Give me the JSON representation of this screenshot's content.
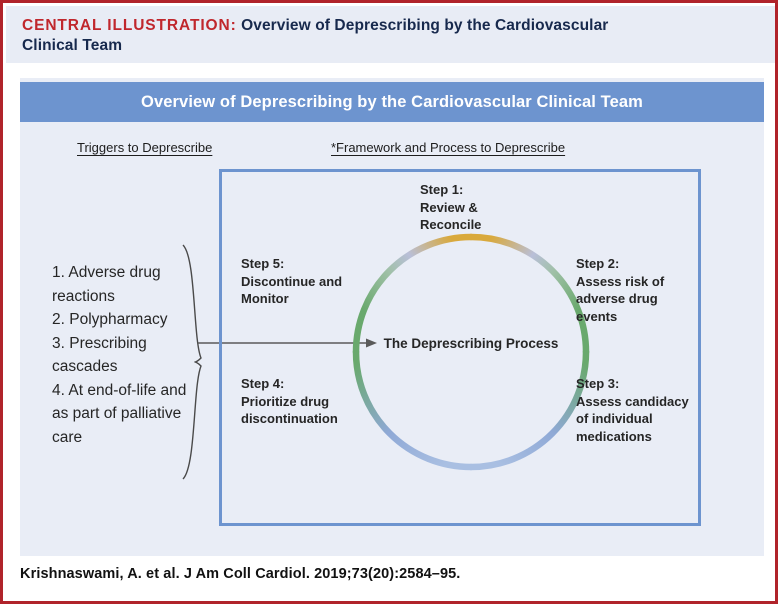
{
  "header": {
    "central_illustration_label": "CENTRAL ILLUSTRATION:",
    "title_part1": "Overview of Deprescribing by the Cardiovascular",
    "title_part2": "Clinical Team"
  },
  "panel": {
    "banner_title": "Overview of Deprescribing by the Cardiovascular Clinical Team",
    "column_headings": {
      "left": "Triggers to Deprescribe",
      "right": "*Framework and Process to Deprescribe"
    }
  },
  "triggers": {
    "items": [
      "1. Adverse drug reactions",
      "2. Polypharmacy",
      "3. Prescribing cascades",
      "4. At end-of-life and as part of palliative care"
    ],
    "text_block": "1. Adverse drug reactions\n2. Polypharmacy\n3. Prescribing cascades\n4. At end-of-life and as part of palliative care"
  },
  "process": {
    "center_label": "The Deprescribing Process",
    "steps": [
      {
        "id": "step-1",
        "label": "Step 1:",
        "text": "Review & Reconcile",
        "full": "Step 1:\nReview &\nReconcile"
      },
      {
        "id": "step-2",
        "label": "Step 2:",
        "text": "Assess risk of adverse drug events",
        "full": "Step 2:\nAssess risk of\nadverse drug\nevents"
      },
      {
        "id": "step-3",
        "label": "Step 3:",
        "text": "Assess candidacy of individual medications",
        "full": "Step 3:\nAssess candidacy\nof individual\nmedications"
      },
      {
        "id": "step-4",
        "label": "Step 4:",
        "text": "Prioritize drug discontinuation",
        "full": "Step 4:\nPrioritize drug\ndiscontinuation"
      },
      {
        "id": "step-5",
        "label": "Step 5:",
        "text": "Discontinue and Monitor",
        "full": "Step 5:\nDiscontinue\nand Monitor"
      }
    ]
  },
  "footer": {
    "citation": "Krishnaswami, A. et al. J Am Coll Cardiol. 2019;73(20):2584–95."
  },
  "colors": {
    "outer_border_red": "#b0232a",
    "central_illustration_red": "#c0272d",
    "title_navy": "#17294d",
    "banner_blue": "#6d94cf",
    "panel_background": "#e9edf6",
    "title_band_background": "#e8ecf5",
    "ring_gold": "#d9a93c",
    "ring_lightblue": "#aabedd",
    "ring_green": "#6aa86e",
    "ring_bottom_blue": "#8fa9d6"
  }
}
